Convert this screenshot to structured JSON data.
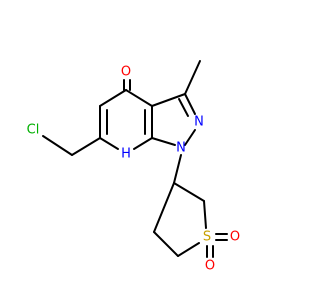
{
  "molecule": {
    "atoms": {
      "carbonyl_oxygen": {
        "label": "O",
        "color": "#ff0000"
      },
      "chlorine": {
        "label": "Cl",
        "color": "#00b000"
      },
      "pyridine_nh": {
        "label": "H",
        "color": "#0000ff"
      },
      "pyrazole_n2": {
        "label": "N",
        "color": "#0000ff"
      },
      "pyrazole_n1": {
        "label": "N",
        "color": "#0000ff"
      },
      "sulfur": {
        "label": "S",
        "color": "#c8a000"
      },
      "sulfonyl_oxygen_1": {
        "label": "O",
        "color": "#ff0000"
      },
      "sulfonyl_oxygen_2": {
        "label": "O",
        "color": "#ff0000"
      }
    },
    "bond_color": "#000000"
  }
}
